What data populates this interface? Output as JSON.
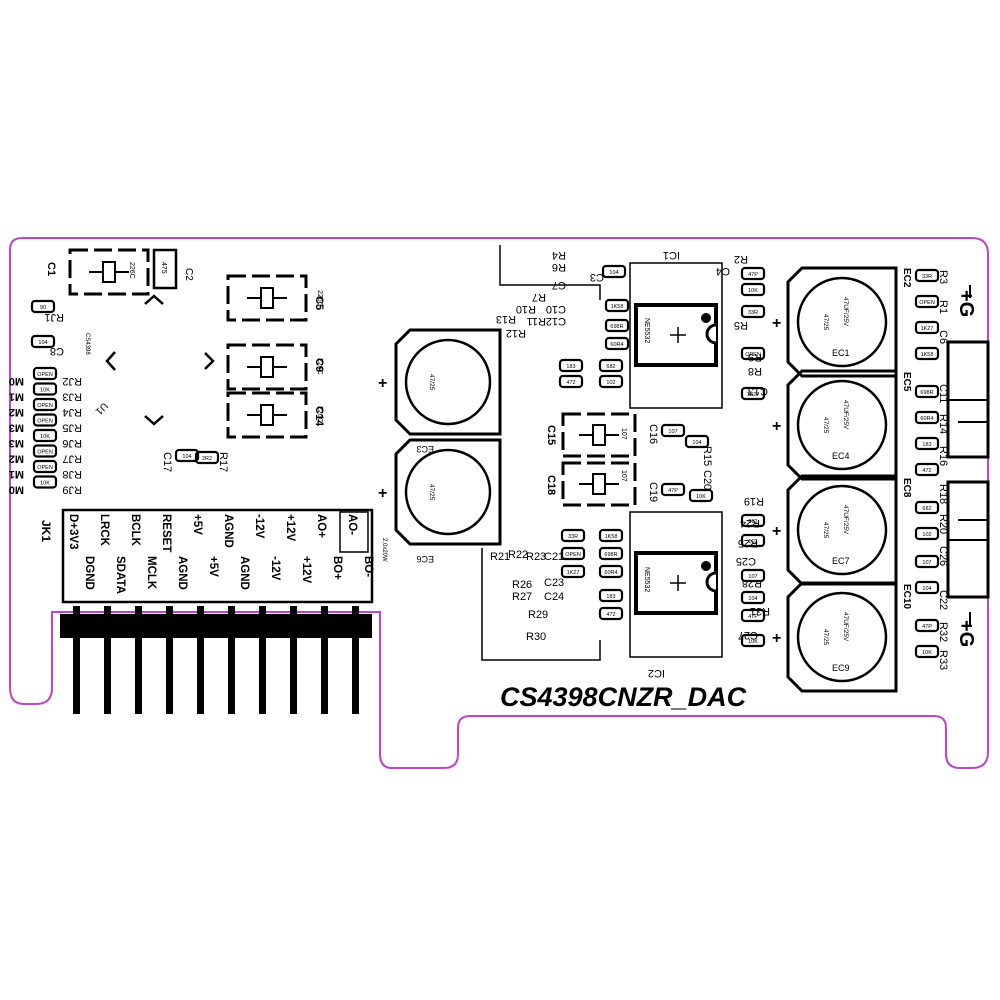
{
  "title": "CS4398CNZR_DAC",
  "colors": {
    "outline": "#c044c8",
    "ink": "#000000",
    "paper": "#ffffff"
  },
  "ic": [
    {
      "ref": "IC1",
      "part": "NE5532"
    },
    {
      "ref": "IC2",
      "part": "NE5532"
    }
  ],
  "u1": {
    "ref": "U1",
    "part": "CS4398"
  },
  "connector": {
    "ref": "JK1",
    "row_top": [
      "D+3V3",
      "LRCK",
      "BCLK",
      "RESET",
      "+5V",
      "AGND",
      "-12V",
      "+12V",
      "AO+",
      "AO-"
    ],
    "row_bottom": [
      "DGND",
      "SDATA",
      "MCLK",
      "AGND",
      "+5V",
      "AGND",
      "-12V",
      "+12V",
      "BO+",
      "BO-"
    ],
    "pitch_label": "2.0x20W"
  },
  "electrolytics": [
    {
      "ref": "EC1",
      "value": "47/25",
      "marking": "47UF/25V"
    },
    {
      "ref": "EC4",
      "value": "47/25",
      "marking": "47UF/25V"
    },
    {
      "ref": "EC7",
      "value": "47/25",
      "marking": "47UF/25V"
    },
    {
      "ref": "EC9",
      "value": "47/25",
      "marking": "47UF/25V"
    },
    {
      "ref": "EC3",
      "value": "47/25"
    },
    {
      "ref": "EC6",
      "value": "47/25"
    }
  ],
  "ec_side_labels": [
    "EC2",
    "EC5",
    "EC8",
    "EC10"
  ],
  "tantalums": [
    {
      "ref": "C1",
      "value": "226C"
    },
    {
      "ref": "C5",
      "value": "226C"
    },
    {
      "ref": "C9",
      "value": "226C"
    },
    {
      "ref": "C14",
      "value": "226C"
    },
    {
      "ref": "C15",
      "value": "107"
    },
    {
      "ref": "C18",
      "value": "107"
    }
  ],
  "c2": {
    "ref": "C2",
    "value": "475"
  },
  "terminal_label": "+G",
  "u1_passives": {
    "refs": [
      "RJ1",
      "C8",
      "RJ2",
      "RJ3",
      "RJ4",
      "RJ5",
      "RJ6",
      "RJ7",
      "RJ8",
      "RJ9",
      "C17",
      "R17"
    ],
    "mode_tags": [
      "M0",
      "M1",
      "M2",
      "M3",
      "M3",
      "M2",
      "M1",
      "M0"
    ],
    "values": [
      "90",
      "104",
      "OPEN",
      "10K",
      "OPEN",
      "OPEN",
      "10K",
      "OPEN",
      "OPEN",
      "10K",
      "104",
      "2R2"
    ]
  },
  "ic1_refs": [
    "R4",
    "R6",
    "C7",
    "R7",
    "R10",
    "C10",
    "R11",
    "R12",
    "C12",
    "R13",
    "C3",
    "R2",
    "C4",
    "R5",
    "R9",
    "R8",
    "C13"
  ],
  "ic2_refs": [
    "R21",
    "R22",
    "R23",
    "C21",
    "C23",
    "R26",
    "C24",
    "R27",
    "R29",
    "R30",
    "R19",
    "R24",
    "R25",
    "C25",
    "R28",
    "R31",
    "C27"
  ],
  "mid_refs": [
    "C16",
    "R15",
    "C19",
    "C20"
  ],
  "right_refs": [
    "R3",
    "R1",
    "C6",
    "C11",
    "R14",
    "R16",
    "R18",
    "R20",
    "C26",
    "C22",
    "R32",
    "R33"
  ],
  "small_values": [
    "104",
    "47P",
    "10K",
    "33R",
    "OPEN",
    "1K27",
    "1K58",
    "698R",
    "60R4",
    "183",
    "472",
    "682",
    "102",
    "107"
  ]
}
